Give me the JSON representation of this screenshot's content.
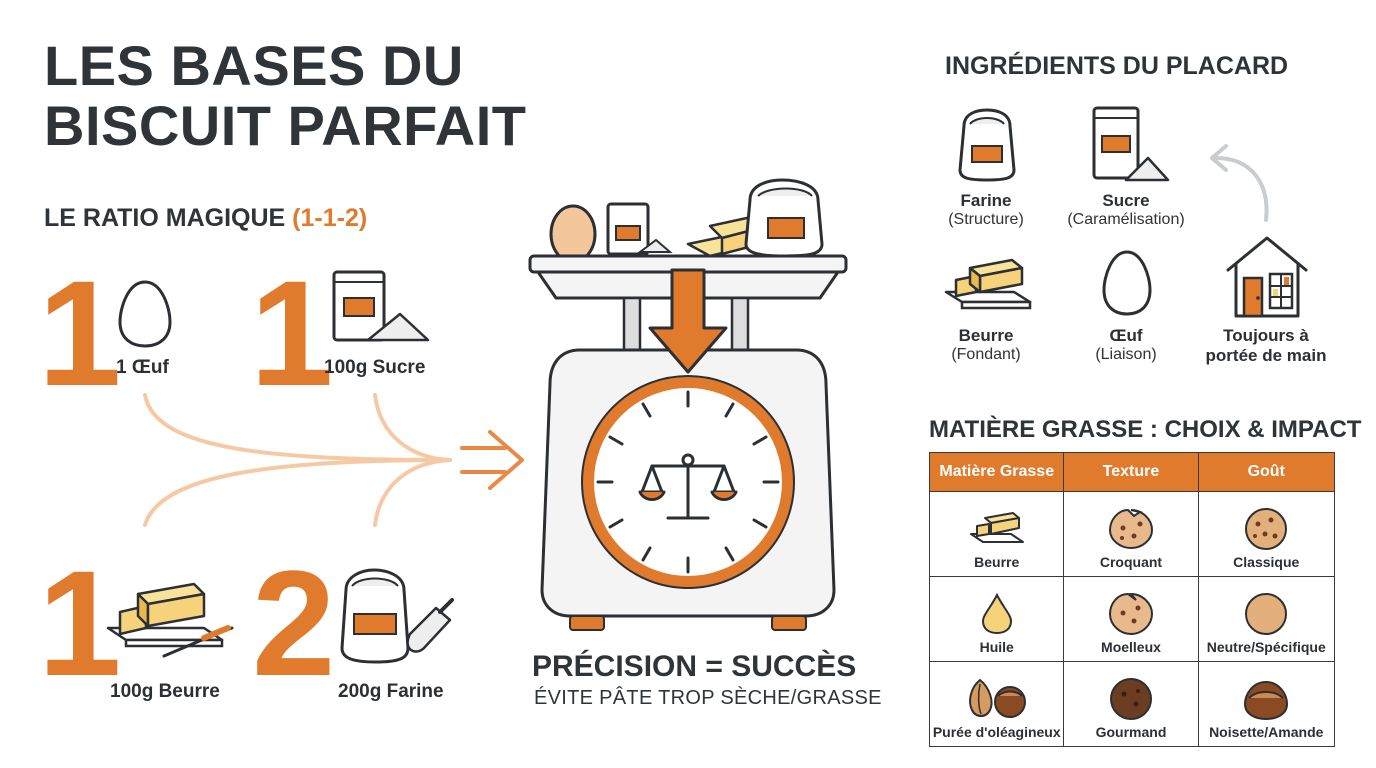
{
  "title": {
    "line1": "LES BASES DU",
    "line2": "BISCUIT PARFAIT"
  },
  "ratio": {
    "heading": "LE RATIO MAGIQUE",
    "heading_accent": "(1-1-2)",
    "items": [
      {
        "number": "1",
        "label": "1 Œuf",
        "icon": "egg-icon"
      },
      {
        "number": "1",
        "label": "100g Sucre",
        "icon": "sugar-bag-icon"
      },
      {
        "number": "1",
        "label": "100g Beurre",
        "icon": "butter-icon"
      },
      {
        "number": "2",
        "label": "200g Farine",
        "icon": "flour-sack-icon"
      }
    ]
  },
  "scale": {
    "headline": "PRÉCISION = SUCCÈS",
    "subline": "ÉVITE PÂTE TROP SÈCHE/GRASSE"
  },
  "pantry": {
    "heading": "INGRÉDIENTS DU PLACARD",
    "items": [
      {
        "name": "Farine",
        "role": "(Structure)",
        "icon": "flour-sack-icon"
      },
      {
        "name": "Sucre",
        "role": "(Caramélisation)",
        "icon": "sugar-bag-icon"
      },
      {
        "name": "Beurre",
        "role": "(Fondant)",
        "icon": "butter-icon"
      },
      {
        "name": "Œuf",
        "role": "(Liaison)",
        "icon": "egg-icon"
      }
    ],
    "house_label_line1": "Toujours à",
    "house_label_line2": "portée de main"
  },
  "fat_table": {
    "heading": "MATIÈRE GRASSE : CHOIX & IMPACT",
    "columns": [
      "Matière Grasse",
      "Texture",
      "Goût"
    ],
    "rows": [
      [
        "Beurre",
        "Croquant",
        "Classique"
      ],
      [
        "Huile",
        "Moelleux",
        "Neutre/Spécifique"
      ],
      [
        "Purée d'oléagineux",
        "Gourmand",
        "Noisette/Amande"
      ]
    ]
  },
  "colors": {
    "accent": "#e07a2d",
    "text": "#2f3438",
    "light_orange": "#f5c9a3"
  }
}
